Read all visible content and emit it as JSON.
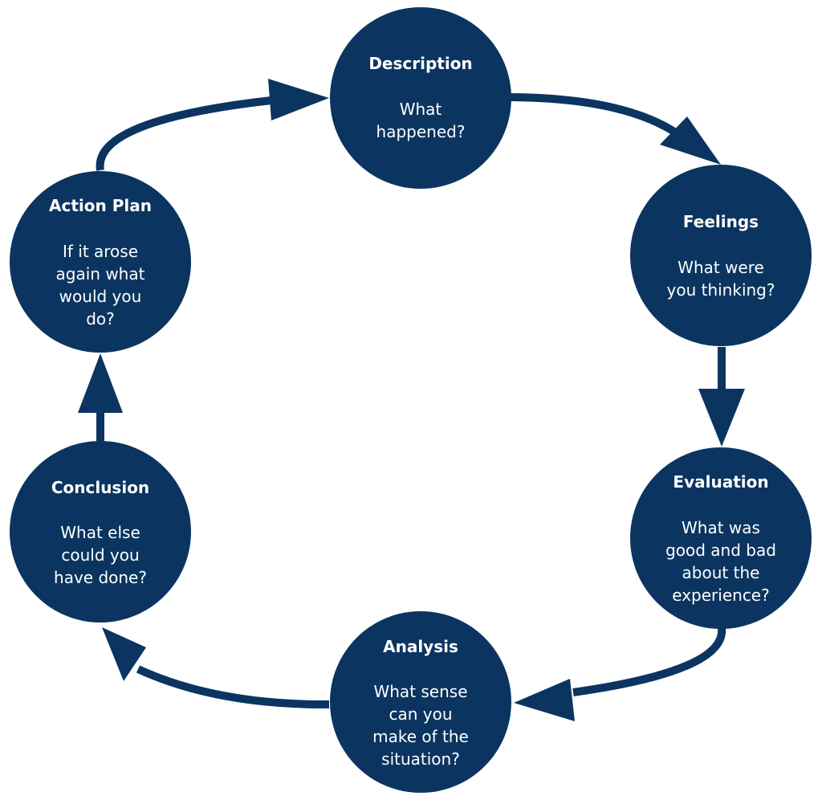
{
  "diagram": {
    "type": "cycle",
    "colors": {
      "node_fill": "#0b3560",
      "arrow": "#0b3560",
      "text": "#ffffff",
      "background": "#ffffff"
    },
    "stages": [
      {
        "id": "description",
        "title": "Description",
        "lines": [
          "What",
          "happened?"
        ]
      },
      {
        "id": "feelings",
        "title": "Feelings",
        "lines": [
          "What were",
          "you thinking?"
        ]
      },
      {
        "id": "evaluation",
        "title": "Evaluation",
        "lines": [
          "What was",
          "good and bad",
          "about the",
          "experience?"
        ]
      },
      {
        "id": "analysis",
        "title": "Analysis",
        "lines": [
          "What sense",
          "can you",
          "make of the",
          "situation?"
        ]
      },
      {
        "id": "conclusion",
        "title": "Conclusion",
        "lines": [
          "What else",
          "could you",
          "have done?"
        ]
      },
      {
        "id": "action-plan",
        "title": "Action Plan",
        "lines": [
          "If it arose",
          "again what",
          "would you",
          "do?"
        ]
      }
    ],
    "connections": [
      {
        "from": "description",
        "to": "feelings"
      },
      {
        "from": "feelings",
        "to": "evaluation"
      },
      {
        "from": "evaluation",
        "to": "analysis"
      },
      {
        "from": "analysis",
        "to": "conclusion"
      },
      {
        "from": "conclusion",
        "to": "action-plan"
      },
      {
        "from": "action-plan",
        "to": "description"
      }
    ]
  }
}
